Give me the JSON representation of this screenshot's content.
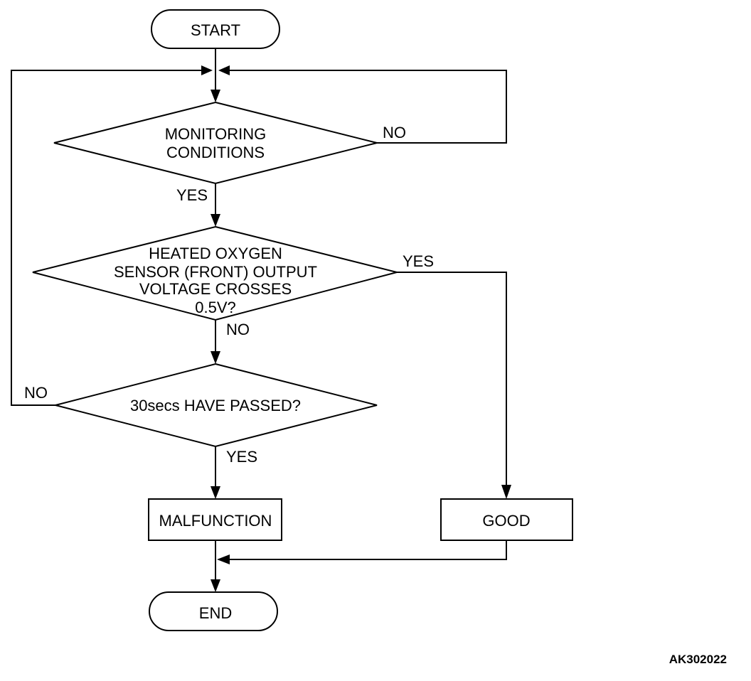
{
  "flowchart": {
    "start": "START",
    "end": "END",
    "decision_monitoring": [
      "MONITORING",
      "CONDITIONS"
    ],
    "decision_voltage": [
      "HEATED OXYGEN",
      "SENSOR (FRONT) OUTPUT",
      "VOLTAGE CROSSES",
      "0.5V?"
    ],
    "decision_time": "30secs HAVE PASSED?",
    "box_malfunction": "MALFUNCTION",
    "box_good": "GOOD",
    "labels": {
      "monitoring_no": "NO",
      "monitoring_yes": "YES",
      "voltage_yes": "YES",
      "voltage_no": "NO",
      "time_no": "NO",
      "time_yes": "YES"
    }
  },
  "figure_code": "AK302022"
}
